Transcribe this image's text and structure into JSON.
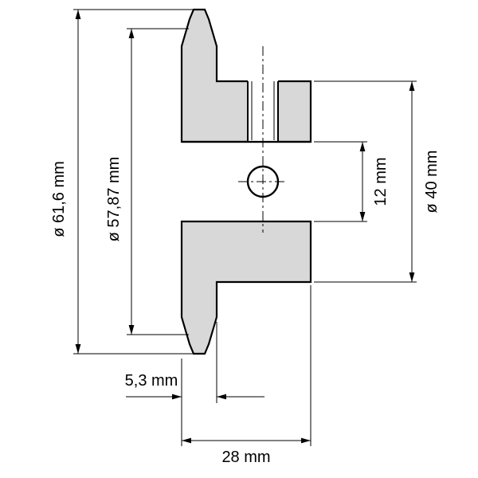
{
  "dimensions": {
    "outer_diameter_label": "ø 61,6 mm",
    "pitch_diameter_label": "ø 57,87 mm",
    "bore_label": "12 mm",
    "hub_diameter_label": "ø 40 mm",
    "plate_width_label": "5,3 mm",
    "overall_width_label": "28 mm"
  },
  "colors": {
    "line": "#000000",
    "section_fill": "#d8d8d8",
    "background": "#ffffff"
  }
}
